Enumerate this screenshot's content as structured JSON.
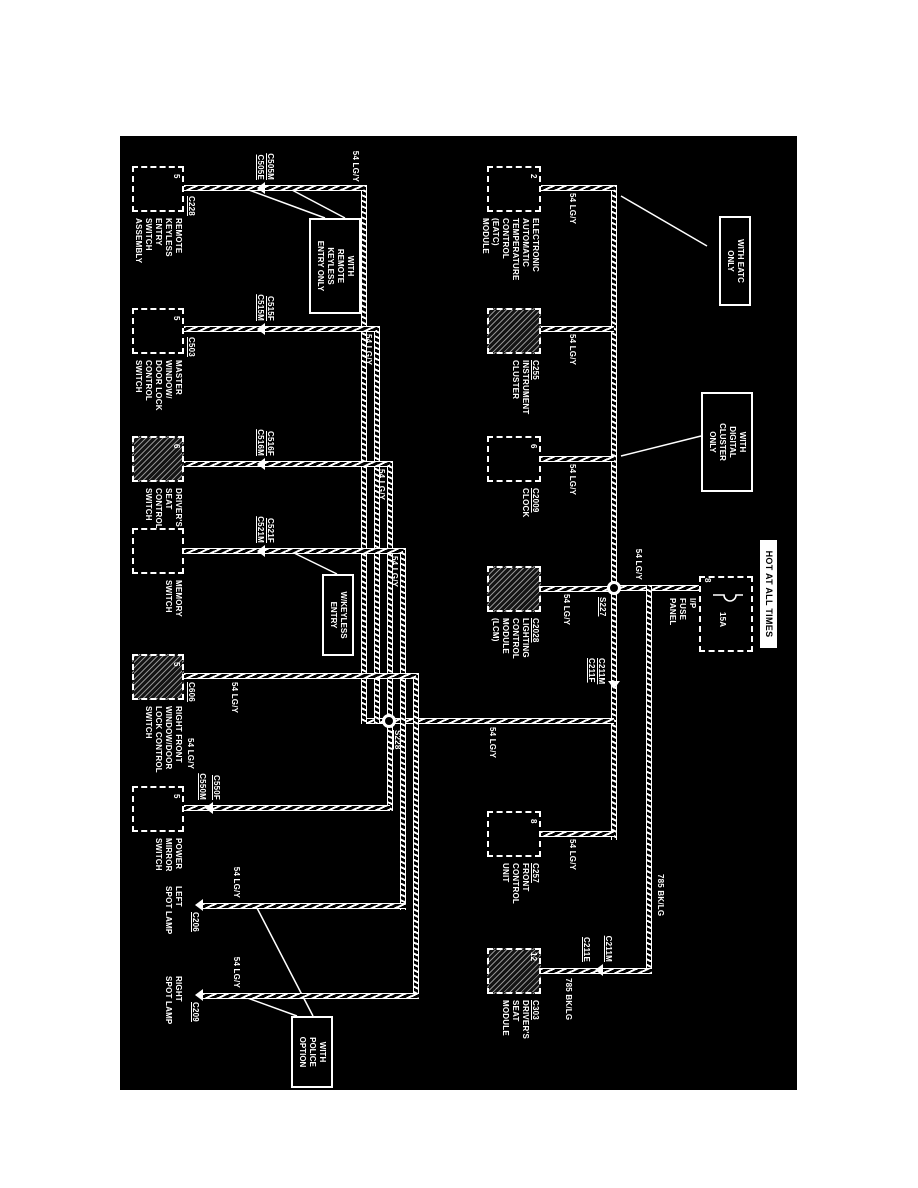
{
  "banner": {
    "text": "HOT AT ALL TIMES"
  },
  "fuse_panel": {
    "rating": "15A",
    "pin": "8",
    "name_lines": [
      "I/P",
      "FUSE",
      "PANEL"
    ]
  },
  "splices": {
    "s227": "S227",
    "s228": "S228"
  },
  "wires": {
    "lgy": "54 LG/Y",
    "bklg": "785 BK/LG"
  },
  "bulkhead": {
    "bus_top": "C211M",
    "bus_bottom": "C211F",
    "seat_top": "C211M",
    "seat_bottom": "C211E"
  },
  "top_row": [
    {
      "pin": "2",
      "name_lines": [
        "ELECTRONIC",
        "AUTOMATIC",
        "TEMPERATURE",
        "CONTROL",
        "(EATC)",
        "MODULE"
      ]
    },
    {
      "connector": "C255",
      "name_lines": [
        "INSTRUMENT",
        "CLUSTER"
      ]
    },
    {
      "pin": "6",
      "connector": "C2009",
      "name_lines": [
        "CLOCK"
      ]
    },
    {
      "connector": "C2028",
      "name_lines": [
        "LIGHTING",
        "CONTROL",
        "MODULE",
        "(LCM)"
      ]
    },
    {
      "pin": "8",
      "connector": "C257",
      "name_lines": [
        "FRONT",
        "CONTROL",
        "UNIT"
      ]
    },
    {
      "pin": "12",
      "connector": "C303",
      "name_lines": [
        "DRIVER'S",
        "SEAT",
        "MODULE"
      ]
    }
  ],
  "bottom_row": [
    {
      "pin": "5",
      "connector": "C228",
      "inline_top": "C505M",
      "inline_bottom": "C505E",
      "name_lines": [
        "REMOTE",
        "KEYLESS",
        "ENTRY",
        "SWITCH",
        "ASSEMBLY"
      ]
    },
    {
      "pin": "5",
      "connector": "C503",
      "inline_top": "C515F",
      "inline_bottom": "C515M",
      "name_lines": [
        "MASTER",
        "WINDOW/",
        "DOOR LOCK",
        "CONTROL",
        "SWITCH"
      ]
    },
    {
      "pin": "6",
      "inline_top": "C516F",
      "inline_bottom": "C516M",
      "name_lines": [
        "DRIVER'S",
        "SEAT",
        "CONTROL",
        "SWITCH"
      ]
    },
    {
      "inline_top": "C521F",
      "inline_bottom": "C521M",
      "name_lines": [
        "MEMORY",
        "SWITCH"
      ]
    },
    {
      "pin": "5",
      "connector": "C606",
      "name_lines": [
        "RIGHT FRONT",
        "WINDOW/DOOR",
        "LOCK CONTROL",
        "SWITCH"
      ]
    },
    {
      "pin": "5",
      "inline_top": "C550F",
      "inline_bottom": "C550M",
      "name_lines": [
        "POWER",
        "MIRROR",
        "SWITCH"
      ]
    },
    {
      "connector": "C206",
      "name_lines": [
        "LEFT",
        "SPOT LAMP"
      ]
    },
    {
      "connector": "C209",
      "name_lines": [
        "RIGHT",
        "SPOT LAMP"
      ]
    }
  ],
  "callouts": {
    "remote_keyless": {
      "lines": [
        "WITH",
        "REMOTE",
        "KEYLESS",
        "ENTRY ONLY"
      ]
    },
    "keyless": {
      "lines": [
        "W/KEYLESS",
        "ENTRY"
      ]
    },
    "police": {
      "lines": [
        "WITH",
        "POLICE",
        "OPTION"
      ]
    },
    "eatc": {
      "lines": [
        "WITH EATC",
        "ONLY"
      ]
    },
    "digital_cluster": {
      "lines": [
        "WITH",
        "DIGITAL",
        "CLUSTER",
        "ONLY"
      ]
    }
  }
}
